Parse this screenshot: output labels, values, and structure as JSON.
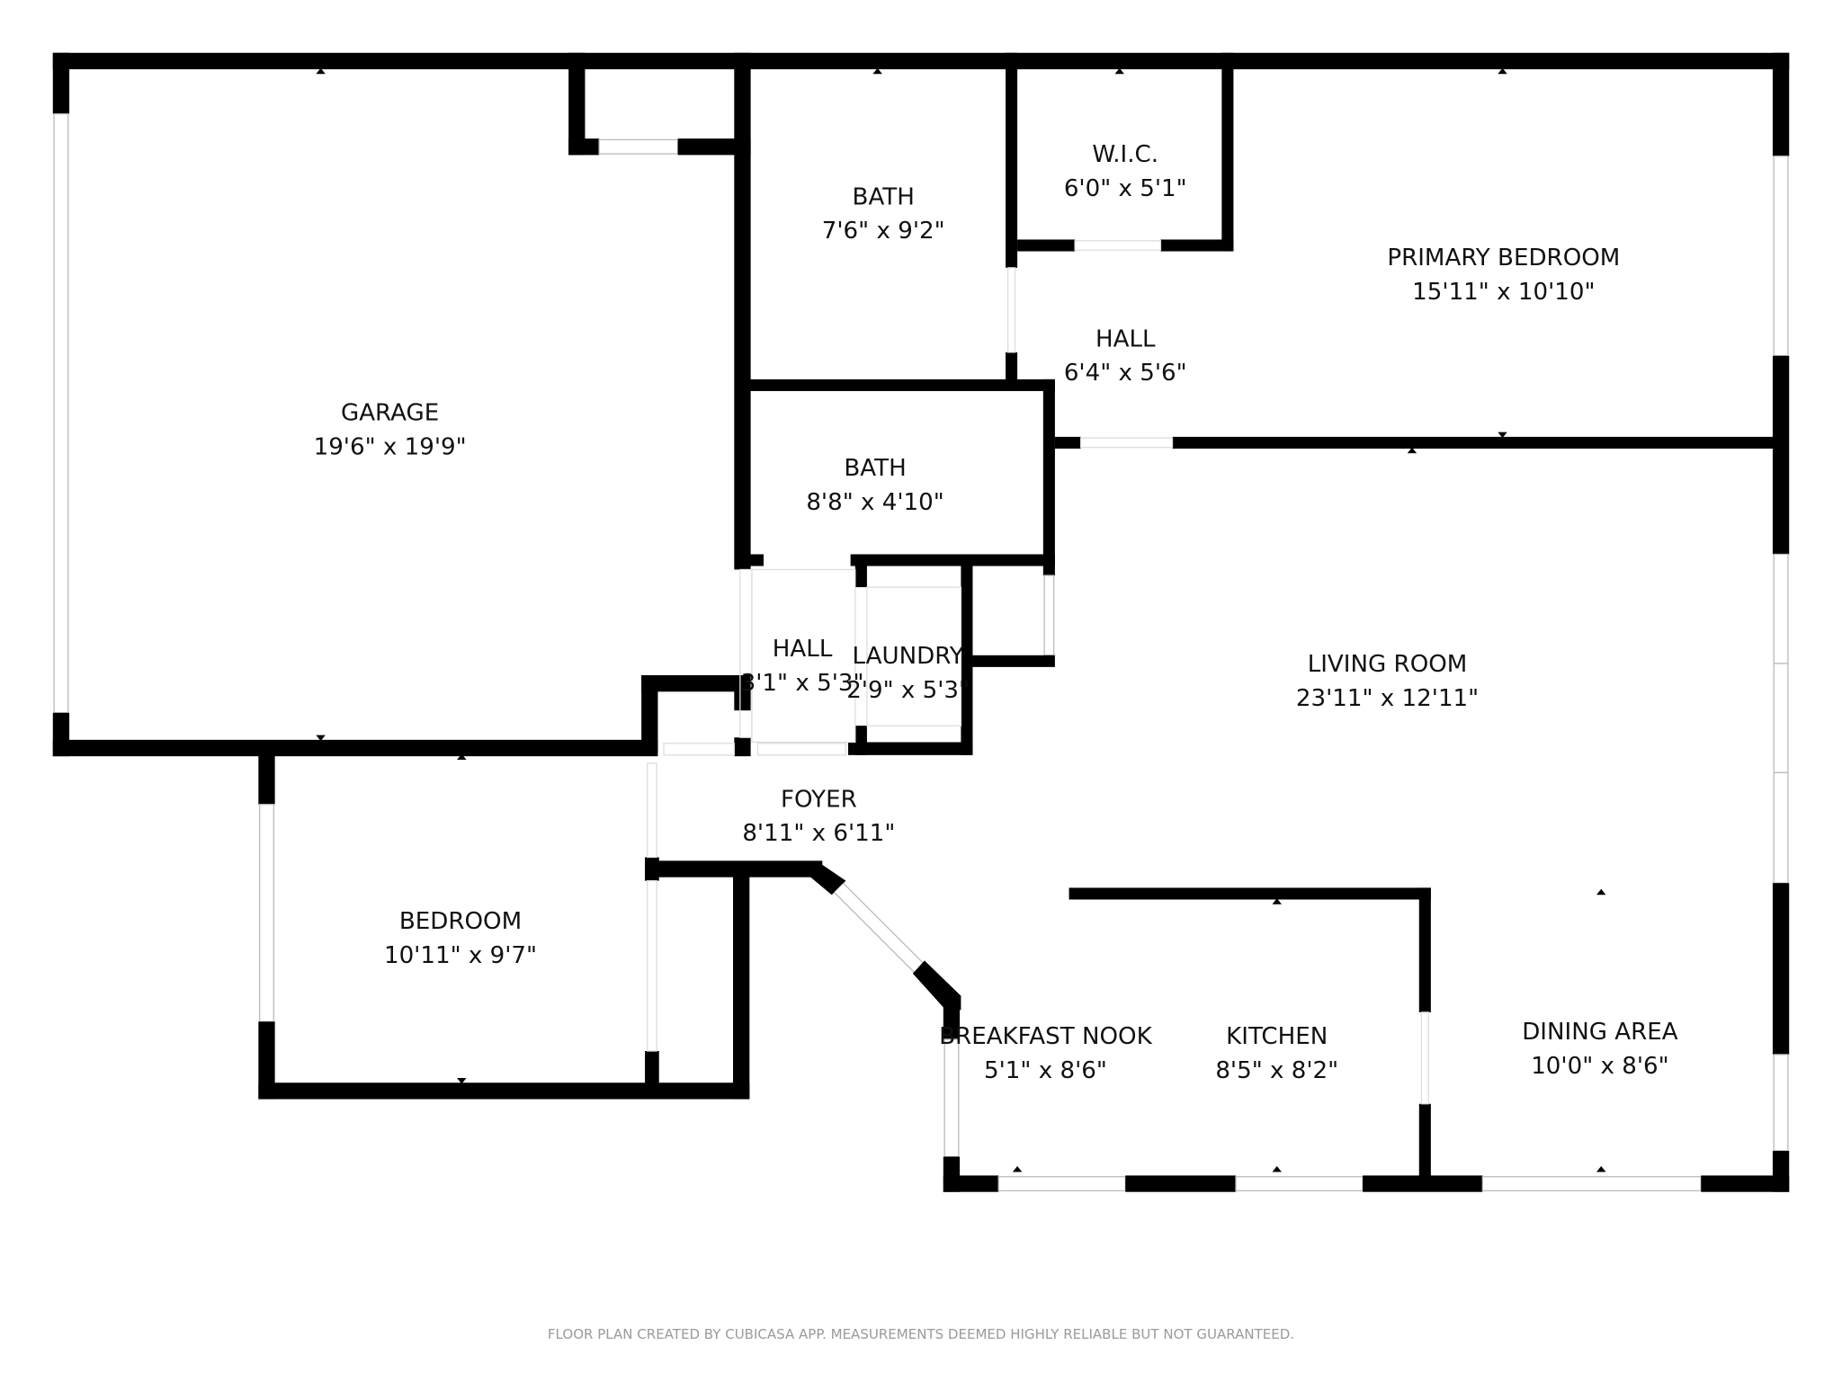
{
  "rooms": {
    "garage": {
      "name": "GARAGE",
      "dim": "19'6\" x 19'9\""
    },
    "bath1": {
      "name": "BATH",
      "dim": "7'6\" x 9'2\""
    },
    "wic": {
      "name": "W.I.C.",
      "dim": "6'0\" x 5'1\""
    },
    "primary_bedroom": {
      "name": "PRIMARY BEDROOM",
      "dim": "15'11\" x 10'10\""
    },
    "hall_upper": {
      "name": "HALL",
      "dim": "6'4\" x 5'6\""
    },
    "bath2": {
      "name": "BATH",
      "dim": "8'8\" x 4'10\""
    },
    "hall_lower": {
      "name": "HALL",
      "dim": "3'1\" x 5'3\""
    },
    "laundry": {
      "name": "LAUNDRY",
      "dim": "2'9\" x 5'3\""
    },
    "living_room": {
      "name": "LIVING ROOM",
      "dim": "23'11\" x 12'11\""
    },
    "foyer": {
      "name": "FOYER",
      "dim": "8'11\" x 6'11\""
    },
    "bedroom": {
      "name": "BEDROOM",
      "dim": "10'11\" x 9'7\""
    },
    "breakfast_nook": {
      "name": "BREAKFAST NOOK",
      "dim": "5'1\" x 8'6\""
    },
    "kitchen": {
      "name": "KITCHEN",
      "dim": "8'5\" x 8'2\""
    },
    "dining_area": {
      "name": "DINING AREA",
      "dim": "10'0\" x 8'6\""
    }
  },
  "footer": "FLOOR PLAN CREATED BY CUBICASA APP. MEASUREMENTS DEEMED HIGHLY RELIABLE BUT NOT GUARANTEED."
}
